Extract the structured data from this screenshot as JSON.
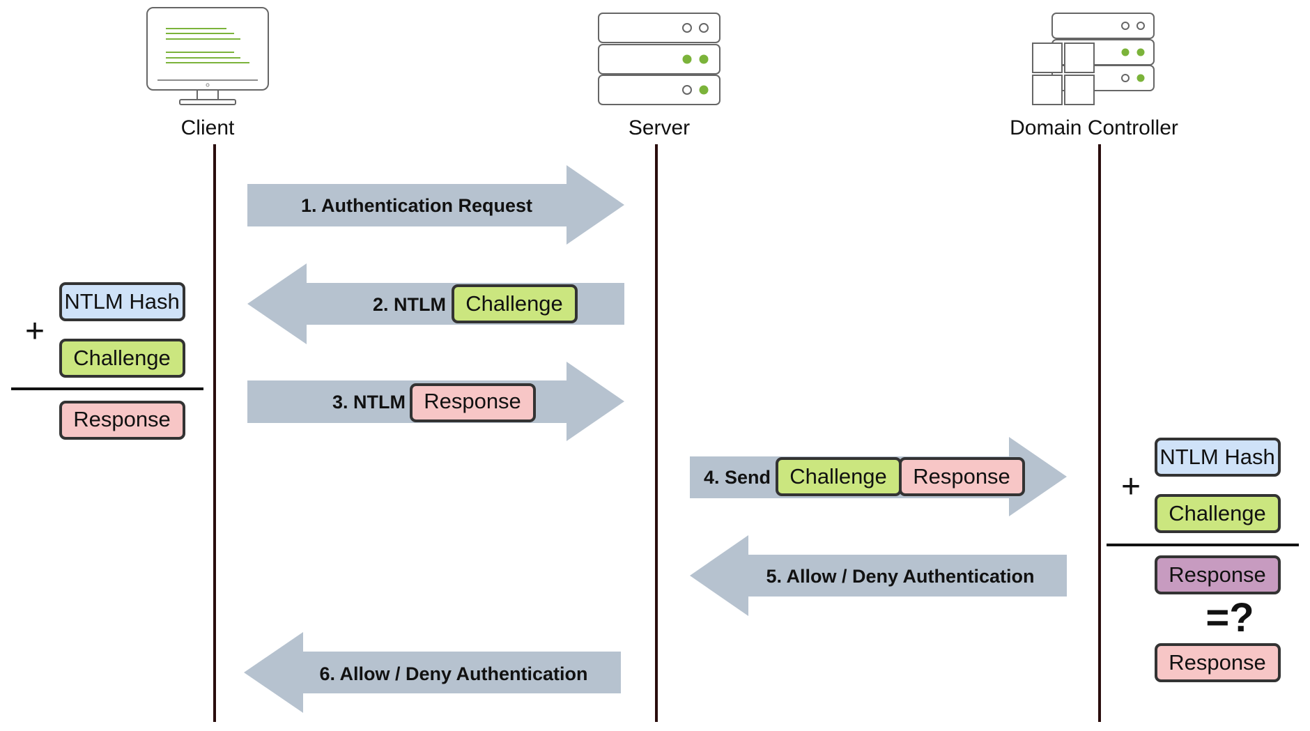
{
  "participants": {
    "client": "Client",
    "server": "Server",
    "dc": "Domain Controller"
  },
  "messages": {
    "m1": "1. Authentication Request",
    "m2": "2. NTLM",
    "m3": "3. NTLM",
    "m4": "4. Send",
    "m5": "5. Allow / Deny Authentication",
    "m6": "6. Allow / Deny Authentication"
  },
  "tokens": {
    "ntlm_hash": "NTLM Hash",
    "challenge": "Challenge",
    "response": "Response"
  },
  "operators": {
    "plus": "+",
    "equals_question": "=?"
  },
  "colors": {
    "arrow": "#b6c2cf",
    "lifeline": "#2a0d0d",
    "hash_fill": "#cfe2f8",
    "challenge_fill": "#cbe67f",
    "response_fill": "#f7c6c6",
    "computed_response_fill": "#c79bc0",
    "icon_green": "#7bb33a"
  }
}
